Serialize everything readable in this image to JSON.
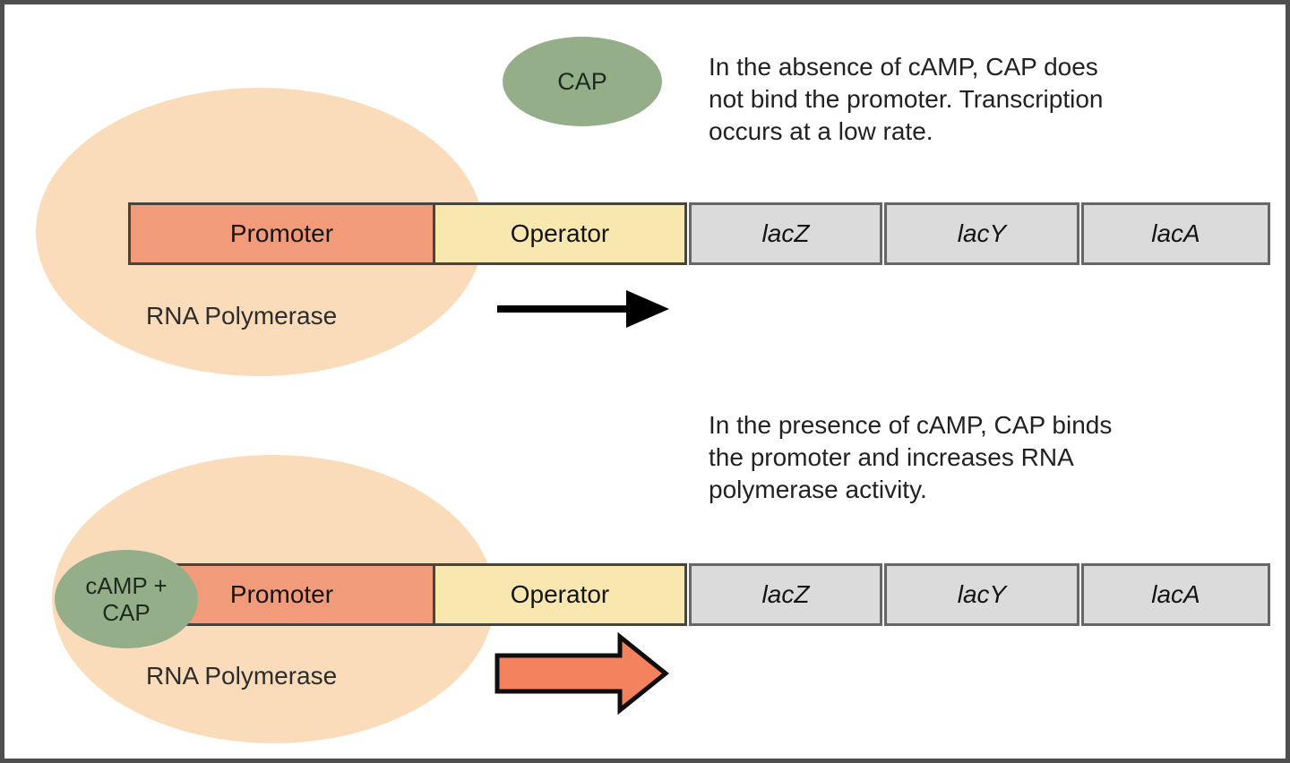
{
  "operon": {
    "segments": [
      {
        "label": "Promoter"
      },
      {
        "label": "Operator"
      },
      {
        "label": "lacZ"
      },
      {
        "label": "lacY"
      },
      {
        "label": "lacA"
      }
    ]
  },
  "top_section": {
    "cap_label": "CAP",
    "description_lines": [
      "In the absence of cAMP, CAP does",
      "not bind the promoter. Transcription",
      "occurs at a low rate."
    ],
    "rna_polymerase_label": "RNA Polymerase"
  },
  "bottom_section": {
    "cap_label_lines": [
      "cAMP +",
      "CAP"
    ],
    "description_lines": [
      "In the presence of cAMP, CAP binds",
      "the promoter and increases RNA",
      "polymerase activity."
    ],
    "rna_polymerase_label": "RNA Polymerase"
  },
  "colors": {
    "cap_green": "#94AE89",
    "rna_polymerase_peach": "#FBDCBA",
    "promoter_fill": "#F29B7B",
    "operator_fill": "#F8E8B0",
    "gene_fill": "#DBDBDB",
    "low_rate_arrow": "#000000",
    "high_rate_arrow": "#F5825F",
    "frame_border": "#4F4F4F"
  }
}
